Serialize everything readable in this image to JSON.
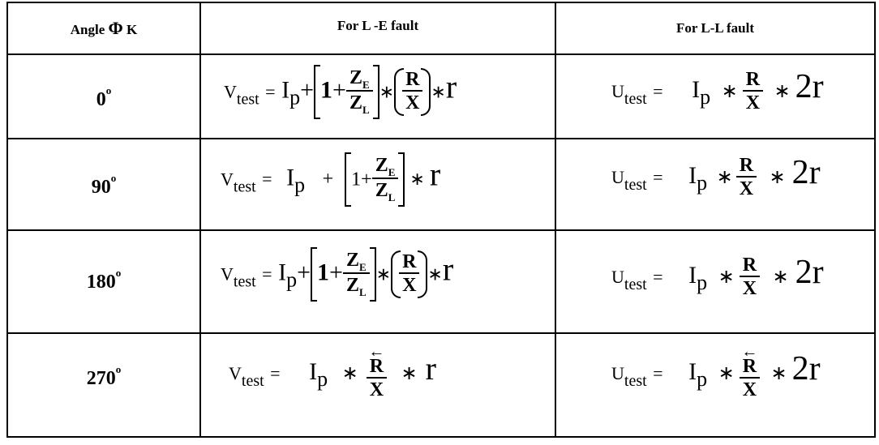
{
  "table": {
    "headers": {
      "angle": "Angle",
      "angle_symbol": "Φ",
      "angle_k": "K",
      "le": "For L -E fault",
      "ll": "For L-L fault"
    },
    "rows": [
      {
        "angle": "0",
        "deg": "o",
        "le": {
          "v": "V",
          "vsub": "test",
          "eq": "=",
          "i": "I",
          "isub": "p",
          "plus": "+",
          "one": "1",
          "plus2": "+",
          "zn": "Z",
          "znsub": "E",
          "zd": "Z",
          "zdsub": "L",
          "star1": "∗",
          "rn": "R",
          "rd": "X",
          "star2": "∗",
          "r": "r"
        },
        "ll": {
          "v": "U",
          "vsub": "test",
          "eq": "=",
          "i": "I",
          "isub": "p",
          "star1": "∗",
          "rn": "R",
          "rd": "X",
          "star2": "∗",
          "r": "2r"
        }
      },
      {
        "angle": "90",
        "deg": "o",
        "le": {
          "v": "V",
          "vsub": "test",
          "eq": "=",
          "i": "I",
          "isub": "p",
          "plus": "+",
          "one": "1",
          "plus2": "+",
          "zn": "Z",
          "znsub": "E",
          "zd": "Z",
          "zdsub": "L",
          "star1": "∗",
          "r": "r"
        },
        "ll": {
          "v": "U",
          "vsub": "test",
          "eq": "=",
          "i": "I",
          "isub": "p",
          "star1": "∗",
          "rn": "R",
          "rd": "X",
          "star2": "∗",
          "r": "2r"
        }
      },
      {
        "angle": "180",
        "deg": "o",
        "le": {
          "v": "V",
          "vsub": "test",
          "eq": "=",
          "i": "I",
          "isub": "p",
          "plus": "+",
          "one": "1",
          "plus2": "+",
          "zn": "Z",
          "znsub": "E",
          "zd": "Z",
          "zdsub": "L",
          "star1": "∗",
          "rn": "R",
          "rd": "X",
          "star2": "∗",
          "r": "r"
        },
        "ll": {
          "v": "U",
          "vsub": "test",
          "eq": "=",
          "i": "I",
          "isub": "p",
          "star1": "∗",
          "rn": "R",
          "rd": "X",
          "star2": "∗",
          "r": "2r"
        }
      },
      {
        "angle": "270",
        "deg": "o",
        "le": {
          "v": "V",
          "vsub": "test",
          "eq": "=",
          "i": "I",
          "isub": "p",
          "star1": "∗",
          "arrow": "←",
          "rn": "R",
          "rd": "X",
          "star2": "∗",
          "r": "r"
        },
        "ll": {
          "v": "U",
          "vsub": "test",
          "eq": "=",
          "i": "I",
          "isub": "p",
          "star1": "∗",
          "arrow": "←",
          "rn": "R",
          "rd": "X",
          "star2": "∗",
          "r": "2r"
        }
      }
    ]
  }
}
